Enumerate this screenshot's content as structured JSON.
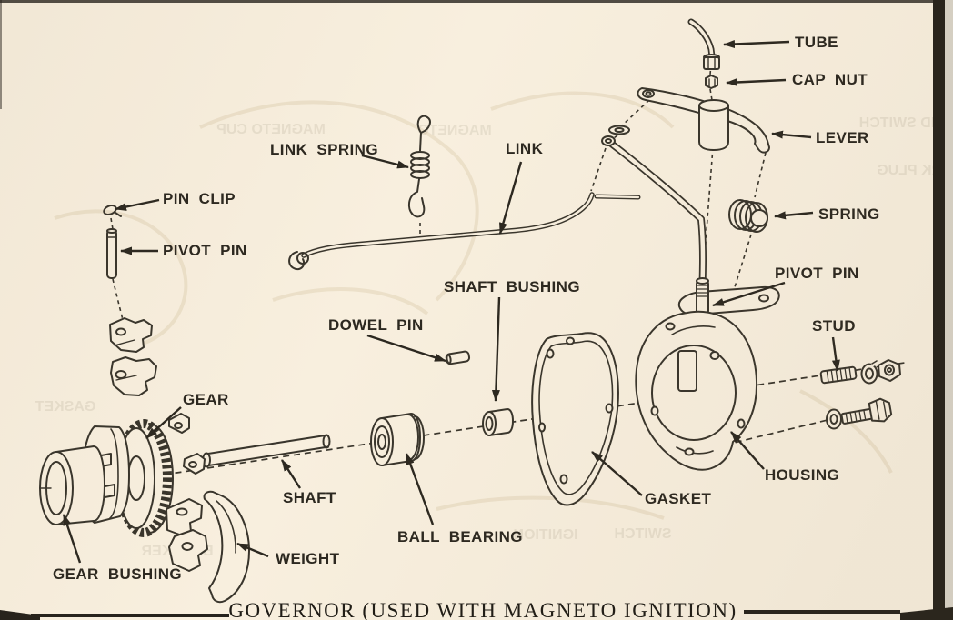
{
  "document": {
    "caption": "GOVERNOR (USED WITH MAGNETO IGNITION)"
  },
  "colors": {
    "paper": "#f8efde",
    "ink": "#39352c",
    "label": "#2c2820",
    "edge-dark": "#26221b",
    "edge-light": "#d9d4c8",
    "ghost": "#8d8168"
  },
  "labels": [
    {
      "id": "tube",
      "text": "TUBE"
    },
    {
      "id": "cap_nut",
      "text": "CAP NUT"
    },
    {
      "id": "lever",
      "text": "LEVER"
    },
    {
      "id": "spring",
      "text": "SPRING"
    },
    {
      "id": "link_spring",
      "text": "LINK SPRING"
    },
    {
      "id": "link",
      "text": "LINK"
    },
    {
      "id": "pin_clip",
      "text": "PIN CLIP"
    },
    {
      "id": "pivot_pin_left",
      "text": "PIVOT PIN"
    },
    {
      "id": "pivot_pin_right",
      "text": "PIVOT PIN"
    },
    {
      "id": "shaft_bushing",
      "text": "SHAFT BUSHING"
    },
    {
      "id": "dowel_pin",
      "text": "DOWEL PIN"
    },
    {
      "id": "stud",
      "text": "STUD"
    },
    {
      "id": "gear",
      "text": "GEAR"
    },
    {
      "id": "shaft",
      "text": "SHAFT"
    },
    {
      "id": "ball_bearing",
      "text": "BALL BEARING"
    },
    {
      "id": "gasket",
      "text": "GASKET"
    },
    {
      "id": "housing",
      "text": "HOUSING"
    },
    {
      "id": "weight",
      "text": "WEIGHT"
    },
    {
      "id": "gear_bushing",
      "text": "GEAR BUSHING"
    }
  ],
  "ghost_texts": [
    {
      "text": "MAGNETO CUP"
    },
    {
      "text": "MAGNETO"
    },
    {
      "text": "GROUND SWITCH"
    },
    {
      "text": "SPARK PLUG"
    },
    {
      "text": "GASKET"
    },
    {
      "text": "IGNITION"
    },
    {
      "text": "SWITCH"
    },
    {
      "text": "BREAKER"
    }
  ]
}
